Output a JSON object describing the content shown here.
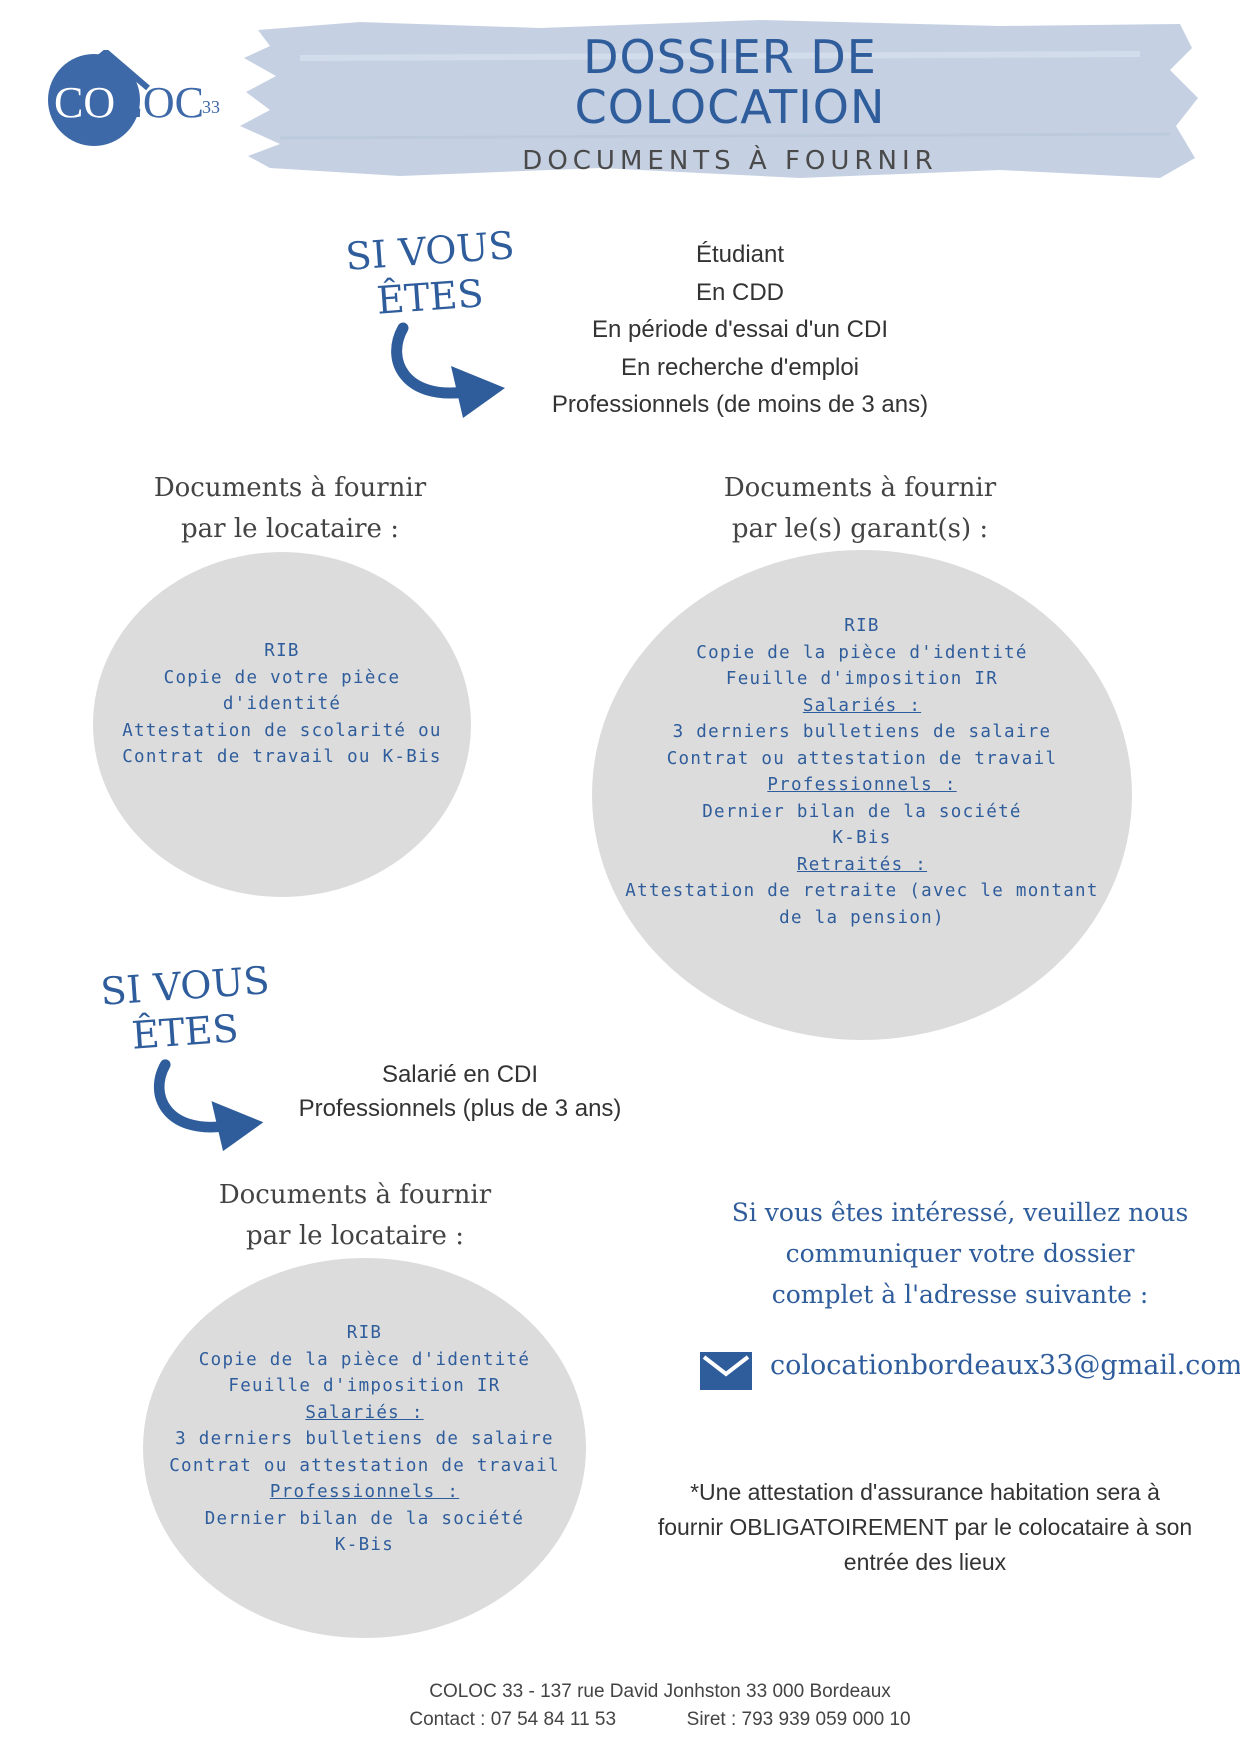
{
  "header": {
    "logo_text": "COLOC",
    "logo_number": "33",
    "title_line1": "DOSSIER DE",
    "title_line2": "COLOCATION",
    "subtitle": "DOCUMENTS À FOURNIR"
  },
  "section1": {
    "si_line1": "SI VOUS",
    "si_line2": "ÊTES",
    "statuses": [
      "Étudiant",
      "En CDD",
      "En période d'essai d'un CDI",
      "En recherche d'emploi",
      "Professionnels (de moins de 3 ans)"
    ],
    "tenant_heading_1": "Documents à fournir",
    "tenant_heading_2": "par le locataire :",
    "tenant_docs": [
      "RIB",
      "Copie de votre pièce",
      "d'identité",
      "Attestation de scolarité ou",
      "Contrat de travail ou K-Bis"
    ],
    "guarantor_heading_1": "Documents à fournir",
    "guarantor_heading_2": "par le(s) garant(s) :",
    "guarantor_docs": [
      "RIB",
      "Copie de la pièce d'identité",
      "Feuille d'imposition IR",
      "Salariés :",
      "3 derniers bulletiens de salaire",
      "Contrat ou attestation de travail",
      "Professionnels :",
      "Dernier bilan de la société",
      "K-Bis",
      "Retraités :",
      "Attestation de retraite (avec le montant",
      "de la pension)"
    ]
  },
  "section2": {
    "si_line1": "SI VOUS",
    "si_line2": "ÊTES",
    "statuses": [
      "Salarié en CDI",
      "Professionnels (plus de 3 ans)"
    ],
    "tenant_heading_1": "Documents à fournir",
    "tenant_heading_2": "par le locataire :",
    "tenant_docs": [
      "RIB",
      "Copie de la pièce d'identité",
      "Feuille d'imposition IR",
      "Salariés :",
      "3 derniers bulletiens de salaire",
      "Contrat ou attestation de travail",
      "Professionnels :",
      "Dernier bilan de la société",
      "K-Bis"
    ]
  },
  "contact": {
    "interest_line1": "Si vous êtes intéressé, veuillez nous",
    "interest_line2": "communiquer votre dossier",
    "interest_line3": "complet à l'adresse suivante :",
    "email_icon": "envelope-icon",
    "email": "colocationbordeaux33@gmail.com",
    "note_line1": "*Une attestation d'assurance habitation sera à",
    "note_line2": "fournir OBLIGATOIREMENT par le colocataire à son",
    "note_line3": "entrée des lieux"
  },
  "footer": {
    "address": "COLOC 33 - 137 rue David Jonhston 33 000 Bordeaux",
    "contact": "Contact : 07 54 84 11 53",
    "siret": "Siret : 793 939 059 000 10"
  },
  "colors": {
    "accent": "#2f5d9c",
    "brush": "#c5d1e3",
    "circle": "#dcdcdc"
  }
}
